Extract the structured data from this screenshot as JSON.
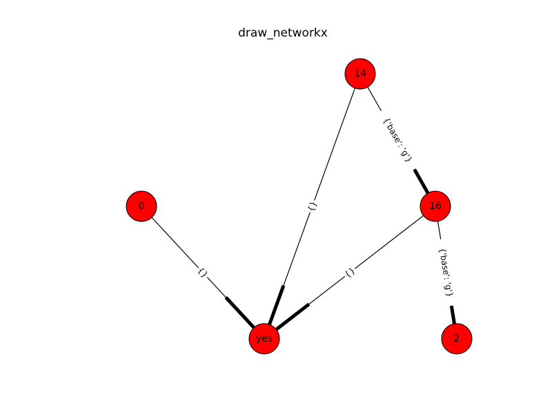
{
  "title": "draw_networkx",
  "colors": {
    "node_fill": "#ff0000",
    "node_stroke": "#000000",
    "edge": "#000000",
    "background": "#ffffff"
  },
  "nodes": [
    {
      "id": "0",
      "label": "0"
    },
    {
      "id": "14",
      "label": "14"
    },
    {
      "id": "16",
      "label": "16"
    },
    {
      "id": "yes",
      "label": "yes"
    },
    {
      "id": "2",
      "label": "2"
    }
  ],
  "edges": [
    {
      "source": "0",
      "target": "yes",
      "label": "{}"
    },
    {
      "source": "14",
      "target": "yes",
      "label": "{}"
    },
    {
      "source": "16",
      "target": "yes",
      "label": "{}"
    },
    {
      "source": "14",
      "target": "16",
      "label": "{'base': 'g'}"
    },
    {
      "source": "16",
      "target": "2",
      "label": "{'base': 'g'}"
    }
  ]
}
